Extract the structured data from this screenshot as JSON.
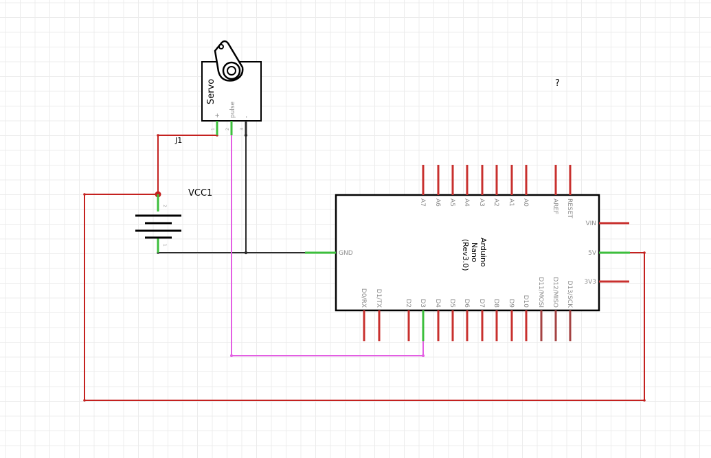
{
  "colors": {
    "grid": "#ececec",
    "power_wire": "#c4211f",
    "ground_wire": "#2b2b2b",
    "signal_wire": "#e35ee3",
    "pin_red": "#c8302e",
    "pin_connected": "#3cbf3c",
    "pin_dark": "#a44242",
    "part_outline": "#000000"
  },
  "labels": {
    "unknown_marker": "?",
    "servo_title": "Servo",
    "servo_pin_plus": "+",
    "servo_pin_pulse": "pulse",
    "servo_pin_minus": "-",
    "servo_pin_num_1": "1",
    "servo_pin_num_2": "2",
    "servo_pin_num_3": "3",
    "servo_ref": "J1",
    "battery_ref": "VCC1",
    "battery_pin_num_2": "2",
    "battery_pin_num_1": "1"
  },
  "arduino": {
    "title_line1": "Arduino",
    "title_line2": "Nano",
    "title_line3": "(Rev3.0)",
    "top_pins": [
      "A7",
      "A6",
      "A5",
      "A4",
      "A3",
      "A2",
      "A1",
      "A0",
      "AREF",
      "RESET"
    ],
    "bottom_pins": [
      "D0/RX",
      "D1/TX",
      "D2",
      "D3",
      "D4",
      "D5",
      "D6",
      "D7",
      "D8",
      "D9",
      "D10",
      "D11/MOSI",
      "D12/MISO",
      "D13/SCK"
    ],
    "right_pins": [
      "VIN",
      "5V",
      "3V3"
    ],
    "left_pins": [
      "GND"
    ]
  }
}
